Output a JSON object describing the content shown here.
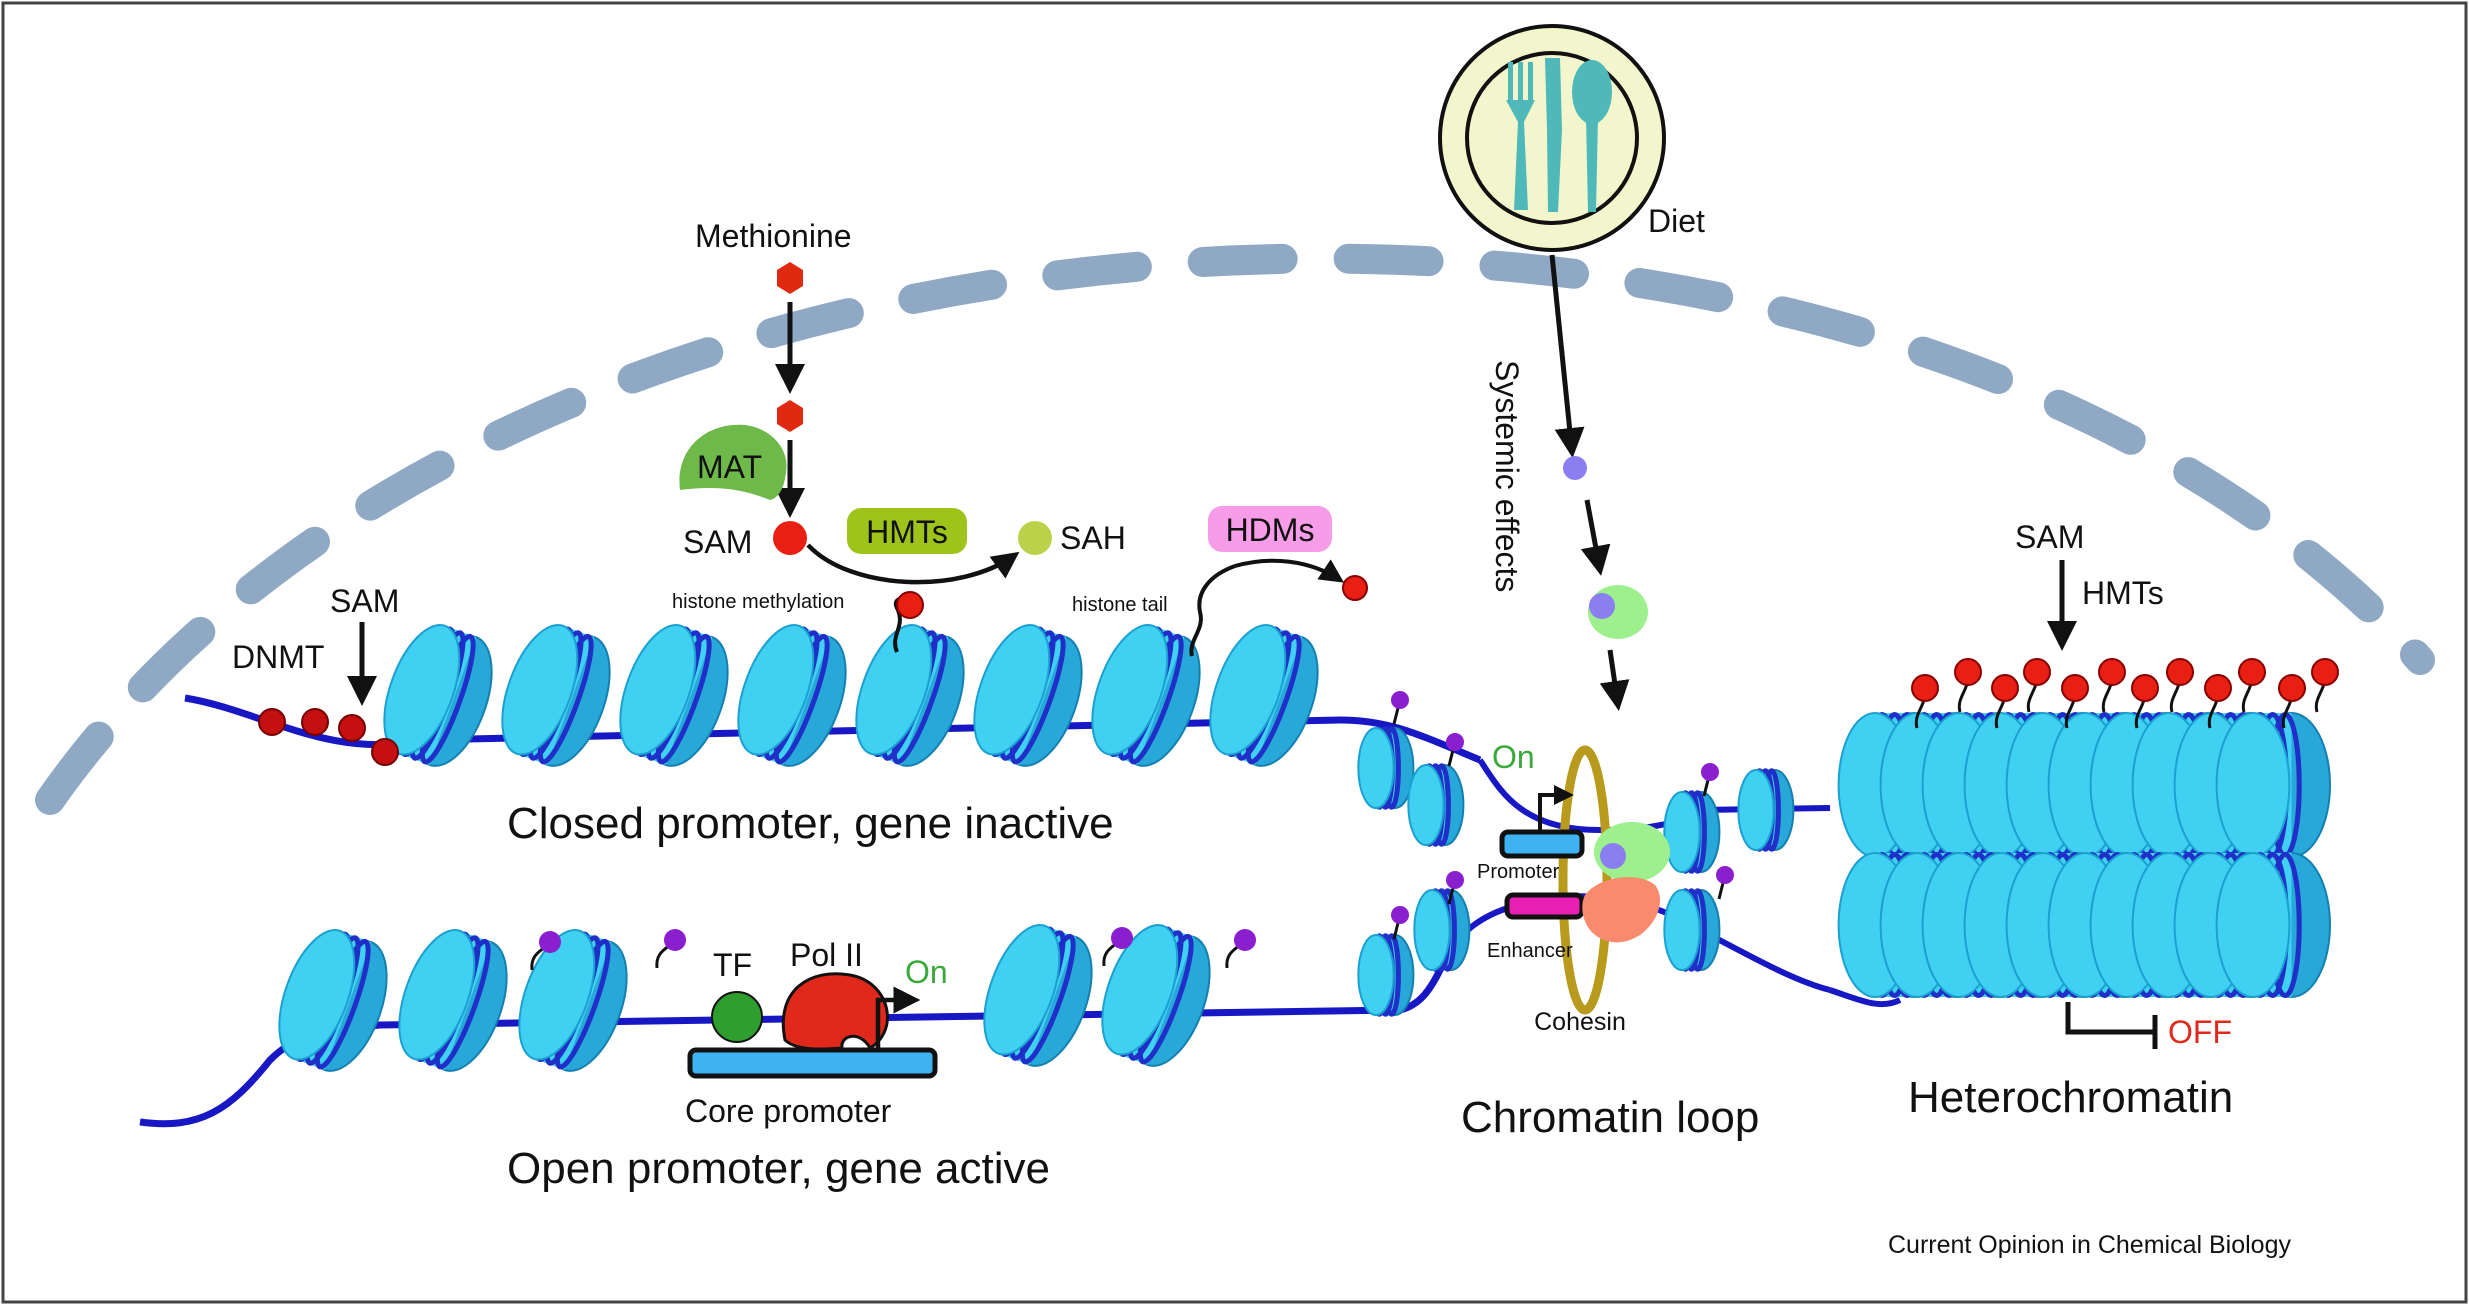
{
  "labels": {
    "methionine": "Methionine",
    "mat": "MAT",
    "sam_center": "SAM",
    "hmts_center": "HMTs",
    "sah": "SAH",
    "hdms": "HDMs",
    "histone_methylation": "histone methylation",
    "histone_tail": "histone tail",
    "sam_left": "SAM",
    "dnmt": "DNMT",
    "closed_promoter": "Closed promoter, gene inactive",
    "open_promoter": "Open promoter, gene active",
    "tf": "TF",
    "pol2": "Pol II",
    "on_open": "On",
    "core_promoter": "Core promoter",
    "diet": "Diet",
    "systemic_effects": "Systemic effects",
    "on_loop": "On",
    "promoter": "Promoter",
    "enhancer": "Enhancer",
    "cohesin": "Cohesin",
    "chromatin_loop": "Chromatin loop",
    "sam_right": "SAM",
    "hmts_right": "HMTs",
    "off": "OFF",
    "heterochromatin": "Heterochromatin",
    "credit": "Current Opinion in Chemical Biology"
  },
  "colors": {
    "nucleosome": "#3fd0f2",
    "nucleosome_band": "#1f2fc8",
    "dna": "#1717c4",
    "methyl": "#e81f12",
    "acetyl_purple": "#8a1fd0",
    "membrane": "#8fa8c4",
    "on_green": "#3aa83a",
    "off_red": "#e0291a",
    "hmts_fill": "#9ec41c",
    "hdms_fill": "#f79ce8",
    "mat_fill": "#6fb84a",
    "tf_fill": "#2e9e2e",
    "pol2_fill": "#e0291a",
    "cohesin": "#b89a1c",
    "enhancer_pink": "#e81fb4",
    "promoter_blue": "#3fb2f2",
    "diet_plate": "#f3f5cc",
    "cutlery": "#4fb8b8"
  }
}
